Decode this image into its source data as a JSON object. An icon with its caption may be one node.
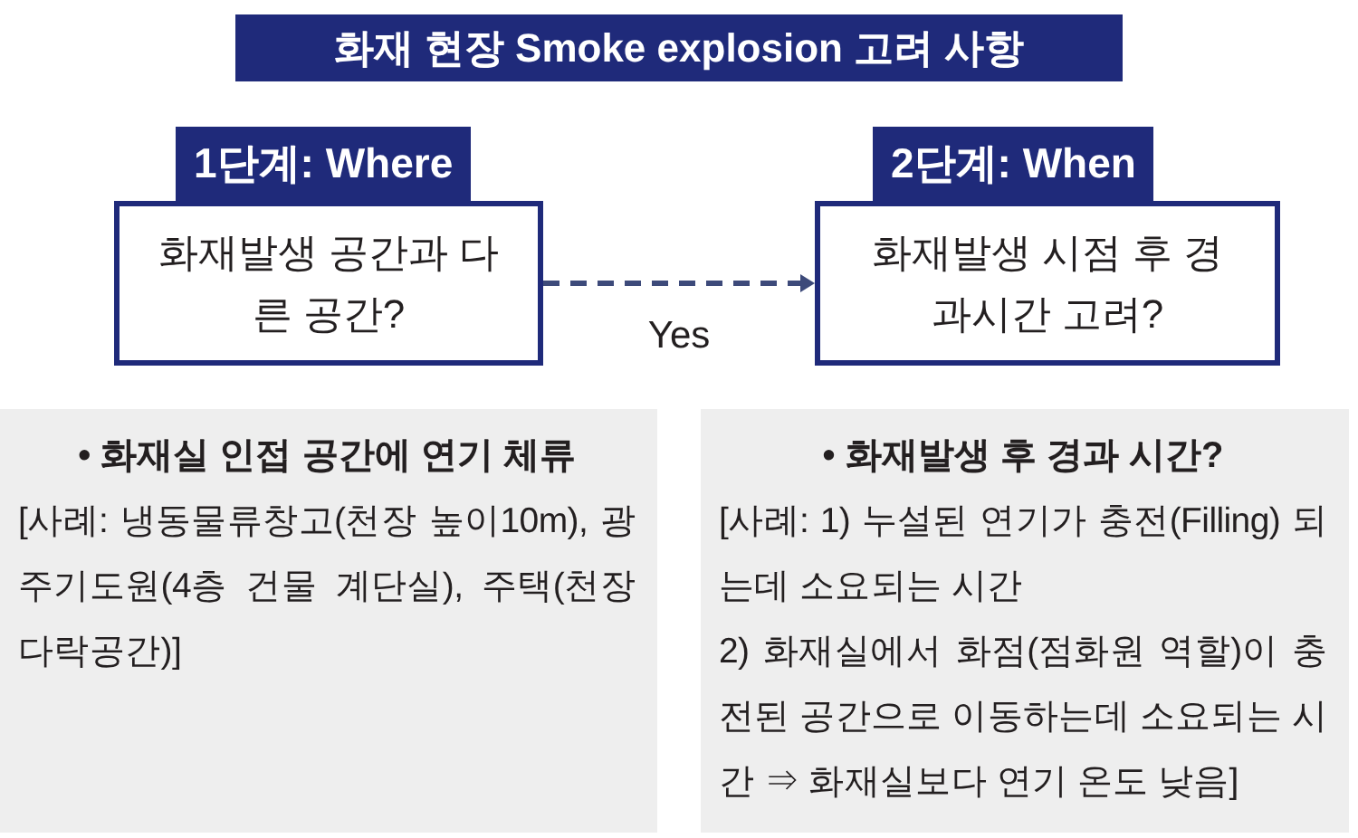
{
  "diagram": {
    "title": "화재 현장 Smoke explosion 고려 사항",
    "nodes": [
      {
        "text": [
          "1단계: Where",
          "화재발생 공간과 다른 공간?"
        ]
      },
      {
        "text": [
          "2단계: When",
          "화재발생 시점 후 경과시간 고려?"
        ]
      },
      {
        "text": [
          "• 화재실 인접 공간에 연기 체류",
          "[사례: 냉동물류창고(천장 높이10m), 광주기도원(4층 건물 계단실), 주택(천장다락공간)]"
        ]
      },
      {
        "text": [
          "• 화재발생 후 경과 시간?",
          "[사례: 1) 누설된 연기가 충전(Filling) 되는데 소요되는 시간",
          "2) 화재실에서 화점(점화원 역할)이 충전된 공간으로 이동하는데 소요되는 시간 ⇒ 화재실보다 연기 온도 낮음]"
        ]
      }
    ],
    "edges": [
      {
        "from": 0,
        "to": 1,
        "arrow": "to",
        "label": "Yes",
        "style": "dashed",
        "color": "#3d4a7a"
      }
    ]
  }
}
